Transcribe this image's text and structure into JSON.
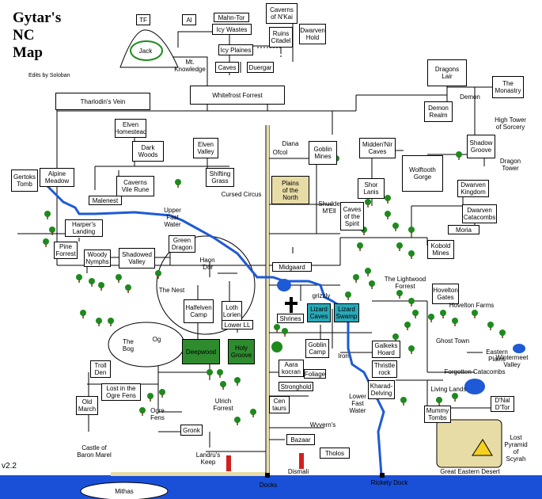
{
  "title": "Gytar's\nNC\nMap",
  "credit": "Edits by Soloban",
  "version": "v2.2",
  "colors": {
    "water": "#1e5ad6",
    "sea": "#1a50d8",
    "road": "#000000",
    "tree": "#1e8a1e",
    "green_area": "#2e8b2e",
    "teal_area": "#28a8b8",
    "sand": "#e8dca6"
  },
  "locations": [
    {
      "id": "tf",
      "label": "TF",
      "kind": "building"
    },
    {
      "id": "al",
      "label": "Al",
      "kind": "building"
    },
    {
      "id": "jack",
      "label": "Jack"
    },
    {
      "id": "mt-knowledge",
      "label": "Mt.\nKnowledge"
    },
    {
      "id": "mahn-tor",
      "label": "Mahn-Tor"
    },
    {
      "id": "icy-wastes",
      "label": "Icy Wastes"
    },
    {
      "id": "caverns-nkai",
      "label": "Caverns\nof N'Kai"
    },
    {
      "id": "dwarven-hold",
      "label": "Dwarven\nHold"
    },
    {
      "id": "ruins-citadel",
      "label": "Ruins\nCitadel"
    },
    {
      "id": "icy-plaines",
      "label": "Icy Plaines"
    },
    {
      "id": "caves",
      "label": "Caves"
    },
    {
      "id": "duergar",
      "label": "Duergar"
    },
    {
      "id": "tharlodins-vein",
      "label": "Tharlodin's Vein"
    },
    {
      "id": "whitefrost",
      "label": "Whitefrost Forrest"
    },
    {
      "id": "elven-homestead",
      "label": "Elven\nHomestead"
    },
    {
      "id": "dark-woods",
      "label": "Dark\nWoods"
    },
    {
      "id": "elven-valley",
      "label": "Elven\nValley"
    },
    {
      "id": "shifting-grass",
      "label": "Shifting\nGrass"
    },
    {
      "id": "diana",
      "label": "Diana"
    },
    {
      "id": "ofcol",
      "label": "Ofcol"
    },
    {
      "id": "plains-north",
      "label": "Plains\nof the\nNorth"
    },
    {
      "id": "goblin-mines",
      "label": "Goblin\nMines"
    },
    {
      "id": "shudde-mell",
      "label": "Shudde\nM'Ell"
    },
    {
      "id": "midennir-caves",
      "label": "Midden'Nir\nCaves"
    },
    {
      "id": "wolftooth-gorge",
      "label": "Wolftooth\nGorge"
    },
    {
      "id": "dragons-lair",
      "label": "Dragons\nLair"
    },
    {
      "id": "demon",
      "label": "Demon"
    },
    {
      "id": "demon-realm",
      "label": "Demon\nRealm"
    },
    {
      "id": "the-monastry",
      "label": "The\nMonastry"
    },
    {
      "id": "high-tower",
      "label": "High Tower\nof Sorcery"
    },
    {
      "id": "shadow-groove",
      "label": "Shadow\nGroove"
    },
    {
      "id": "dragon-tower",
      "label": "Dragon\nTower"
    },
    {
      "id": "dwarven-kingdom",
      "label": "Dwarven\nKingdom"
    },
    {
      "id": "dwarven-catacombs",
      "label": "Dwarven\nCatacombs"
    },
    {
      "id": "moria",
      "label": "Moria"
    },
    {
      "id": "kobold-mines",
      "label": "Kobold\nMines"
    },
    {
      "id": "shor-lanis",
      "label": "Shor\nLanis"
    },
    {
      "id": "caves-spirit",
      "label": "Caves\nof the\nSpirit"
    },
    {
      "id": "gertoks-tomb",
      "label": "Gertoks\nTomb"
    },
    {
      "id": "alpine-meadow",
      "label": "Alpine\nMeadow"
    },
    {
      "id": "malenest",
      "label": "Malenest"
    },
    {
      "id": "caverns-vile-rune",
      "label": "Caverns\nVile Rune"
    },
    {
      "id": "cursed-circus",
      "label": "Cursed Circus"
    },
    {
      "id": "harpers-landing",
      "label": "Harper's\nLanding"
    },
    {
      "id": "pine-forrest",
      "label": "Pine\nForrest"
    },
    {
      "id": "woody-nymphs",
      "label": "Woody\nNymphs"
    },
    {
      "id": "shadowed-valley",
      "label": "Shadowed\nValley"
    },
    {
      "id": "green-dragon",
      "label": "Green\nDragon"
    },
    {
      "id": "haon-dor",
      "label": "Haon\n'Dor"
    },
    {
      "id": "the-nest",
      "label": "The Nest"
    },
    {
      "id": "loth-lorien",
      "label": "Loth\nLorien"
    },
    {
      "id": "lower-ll",
      "label": "Lower LL"
    },
    {
      "id": "halfelven-camp",
      "label": "Halfelven\nCamp"
    },
    {
      "id": "deepwood",
      "label": "Deepwood"
    },
    {
      "id": "holy-groove",
      "label": "Holy\nGroove"
    },
    {
      "id": "midgaard",
      "label": "Midgaard"
    },
    {
      "id": "grizzly",
      "label": "grizzly"
    },
    {
      "id": "shrines",
      "label": "Shrines"
    },
    {
      "id": "lizard-caves",
      "label": "Lizard\nCaves"
    },
    {
      "id": "lizard-swamp",
      "label": "Lizard\nSwamp"
    },
    {
      "id": "lightwood",
      "label": "The Lightwood\nForrest"
    },
    {
      "id": "hovelton",
      "label": "Hovelton\nGates"
    },
    {
      "id": "hovelton-farms",
      "label": "Hovelton Farms"
    },
    {
      "id": "goblin-camp",
      "label": "Goblin\nCamp"
    },
    {
      "id": "iron",
      "label": "Iron"
    },
    {
      "id": "galkeks-hoard",
      "label": "Galkeks\nHoard"
    },
    {
      "id": "thristle-rock",
      "label": "Thristle\nrock"
    },
    {
      "id": "aara-kocran",
      "label": "Aara\nkocran"
    },
    {
      "id": "foliage",
      "label": "Foliage"
    },
    {
      "id": "stronghold",
      "label": "Stronghold"
    },
    {
      "id": "kharad-delving",
      "label": "Kharad-\nDelving"
    },
    {
      "id": "lower-fast-water",
      "label": "Lower\nFast\nWater"
    },
    {
      "id": "ghost-town",
      "label": "Ghost Town"
    },
    {
      "id": "eastern-plains",
      "label": "Eastern\nPlains"
    },
    {
      "id": "forgotten-catacombs",
      "label": "Forgotten Catacombs"
    },
    {
      "id": "wintermeet-valley",
      "label": "Wintermeet\nValley"
    },
    {
      "id": "living-lands",
      "label": "Living Lands"
    },
    {
      "id": "the-bog",
      "label": "The\nBog"
    },
    {
      "id": "og",
      "label": "Og"
    },
    {
      "id": "troll-den",
      "label": "Troll\nDen"
    },
    {
      "id": "lost-ogre-fens",
      "label": "Lost in the\nOgre Fens"
    },
    {
      "id": "old-march",
      "label": "Old\nMarch"
    },
    {
      "id": "ogre-fens",
      "label": "Ogre\nFens"
    },
    {
      "id": "ulrich-forrest",
      "label": "Ulrich\nForrest"
    },
    {
      "id": "gronk",
      "label": "Gronk"
    },
    {
      "id": "castle-baron-marel",
      "label": "Castle of\nBaron Marel"
    },
    {
      "id": "landrus-keep",
      "label": "Landru's\nKeep"
    },
    {
      "id": "centaurs",
      "label": "Cen\ntaurs"
    },
    {
      "id": "wyverns",
      "label": "Wyvern's"
    },
    {
      "id": "bazaar",
      "label": "Bazaar"
    },
    {
      "id": "dismali",
      "label": "Dismali"
    },
    {
      "id": "tholos",
      "label": "Tholos"
    },
    {
      "id": "mummy-tombs",
      "label": "Mummy\nTombs"
    },
    {
      "id": "dnal-dtor",
      "label": "D'Nal\nD'Tor"
    },
    {
      "id": "lost-pyramid",
      "label": "Lost\nPyramid\nof\nScyrah"
    },
    {
      "id": "great-eastern-desert",
      "label": "Great Eastern Desert"
    },
    {
      "id": "upper-fast-water",
      "label": "Upper\nFast\nWater"
    },
    {
      "id": "docks",
      "label": "Docks"
    },
    {
      "id": "rickety-dock",
      "label": "Rickety Dock"
    },
    {
      "id": "mithas",
      "label": "Mithas"
    }
  ]
}
